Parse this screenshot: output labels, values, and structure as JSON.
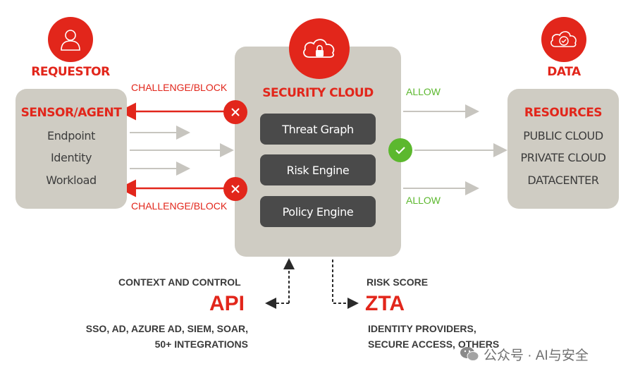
{
  "requestor": {
    "heading": "REQUESTOR",
    "panel_title": "SENSOR/AGENT",
    "items": [
      "Endpoint",
      "Identity",
      "Workload"
    ]
  },
  "security_cloud": {
    "title": "SECURITY CLOUD",
    "engines": [
      "Threat Graph",
      "Risk Engine",
      "Policy Engine"
    ]
  },
  "data": {
    "heading": "DATA",
    "panel_title": "RESOURCES",
    "items": [
      "PUBLIC CLOUD",
      "PRIVATE CLOUD",
      "DATACENTER"
    ]
  },
  "flows": {
    "challenge_top": "CHALLENGE/BLOCK",
    "challenge_bottom": "CHALLENGE/BLOCK",
    "allow_top": "ALLOW",
    "allow_bottom": "ALLOW"
  },
  "api": {
    "caption": "CONTEXT AND CONTROL",
    "label": "API",
    "integrations_line1": "SSO, AD, AZURE AD, SIEM, SOAR,",
    "integrations_line2": "50+ INTEGRATIONS"
  },
  "zta": {
    "caption": "RISK SCORE",
    "label": "ZTA",
    "providers_line1": "IDENTITY PROVIDERS,",
    "providers_line2": "SECURE ACCESS, OTHERS"
  },
  "watermark": "公众号 · AI与安全",
  "colors": {
    "accent_red": "#e2261b",
    "allow_green": "#5cb82e",
    "panel_gray": "#cfccc3",
    "engine_dark": "#4a4a4a"
  },
  "icons": [
    "user-icon",
    "cloud-lock-icon",
    "cloud-check-icon",
    "block-x-icon",
    "allow-check-icon",
    "wechat-icon"
  ]
}
